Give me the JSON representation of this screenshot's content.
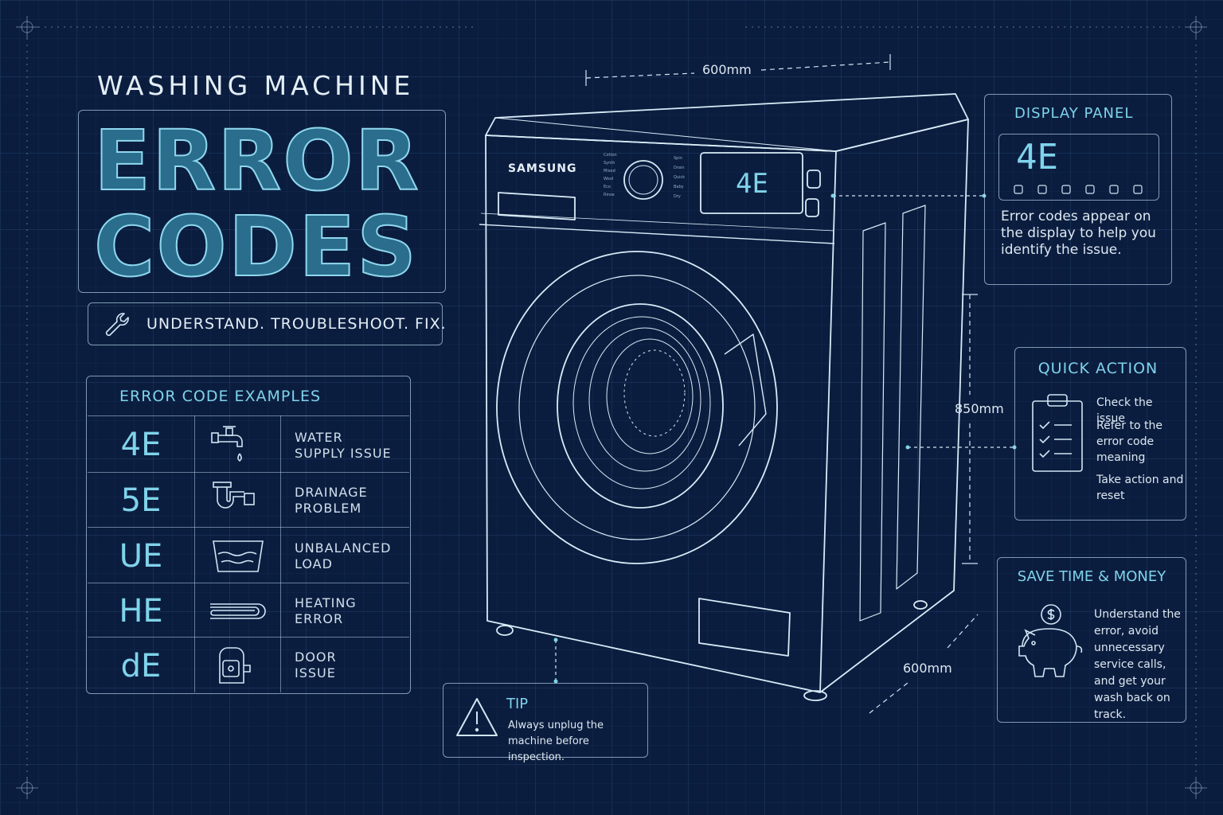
{
  "header": {
    "kicker": "WASHING MACHINE",
    "title_line1": "ERROR",
    "title_line2": "CODES",
    "tagline": "UNDERSTAND. TROUBLESHOOT. FIX."
  },
  "error_table": {
    "title": "ERROR CODE EXAMPLES",
    "rows": [
      {
        "code": "4E",
        "desc1": "WATER",
        "desc2": "SUPPLY ISSUE",
        "icon": "faucet-icon"
      },
      {
        "code": "5E",
        "desc1": "DRAINAGE",
        "desc2": "PROBLEM",
        "icon": "drain-pipe-icon"
      },
      {
        "code": "UE",
        "desc1": "UNBALANCED",
        "desc2": "LOAD",
        "icon": "tub-icon"
      },
      {
        "code": "HE",
        "desc1": "HEATING",
        "desc2": "ERROR",
        "icon": "heating-element-icon"
      },
      {
        "code": "dE",
        "desc1": "DOOR",
        "desc2": "ISSUE",
        "icon": "door-lock-icon"
      }
    ]
  },
  "machine": {
    "brand": "SAMSUNG",
    "display_code": "4E",
    "width_top": "600mm",
    "height": "850mm",
    "depth": "600mm"
  },
  "display_panel": {
    "title": "DISPLAY PANEL",
    "code": "4E",
    "description": "Error codes appear on the display to help you identify the issue."
  },
  "quick_action": {
    "title": "QUICK ACTION",
    "items": [
      "Check the issue",
      "Refer to the error code meaning",
      "Take action and reset"
    ]
  },
  "save_money": {
    "title": "SAVE TIME & MONEY",
    "description": "Understand the error, avoid unnecessary service calls, and get your wash back on track."
  },
  "tip": {
    "title": "TIP",
    "description": "Always unplug the machine before inspection."
  },
  "colors": {
    "background": "#0b1d3f",
    "accent": "#7fd3ea",
    "line": "#cfe6f3"
  }
}
